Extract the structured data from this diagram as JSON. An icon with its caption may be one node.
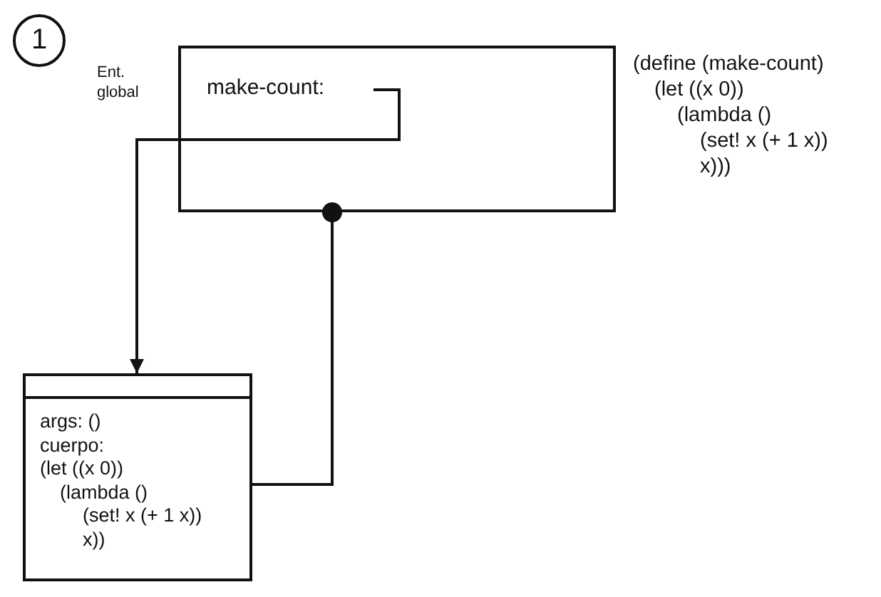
{
  "diagram": {
    "nodes": [
      {
        "text": [
          "Ent. global"
        ],
        "beside": [
          "(define (make-count)",
          "(let ((x 0))",
          "(lambda ()",
          "(set! x (+ 1 x))",
          "x)))"
        ]
      },
      {
        "text": [
          "make-count:"
        ],
        "in": 0
      },
      {
        "text": [
          "args: ()",
          "cuerpo:",
          "(let ((x 0))",
          "(lambda ()",
          "(set! x (+ 1 x))",
          "x))"
        ]
      }
    ],
    "edges": [
      {
        "from": 1,
        "to": 2,
        "arrow": "to"
      },
      {
        "from": 2,
        "to": 0,
        "arrow": "other"
      }
    ],
    "labels": [
      "1"
    ]
  }
}
